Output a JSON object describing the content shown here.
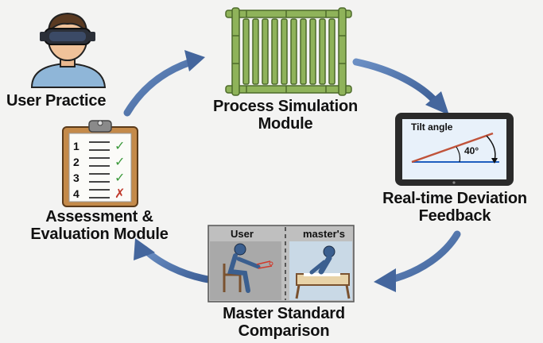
{
  "nodes": {
    "user_practice": {
      "label": "User Practice"
    },
    "process_simulation": {
      "line1": "Process Simulation",
      "line2": "Module"
    },
    "deviation_feedback": {
      "line1": "Real-time Deviation",
      "line2": "Feedback"
    },
    "master_comparison": {
      "line1": "Master Standard",
      "line2": "Comparison"
    },
    "assessment": {
      "line1": "Assessment &",
      "line2": "Evaluation Module"
    }
  },
  "tablet": {
    "caption": "Tilt angle",
    "angle": "40°"
  },
  "comparison_panel": {
    "left_tag": "User",
    "right_tag": "master's"
  },
  "checklist": {
    "items": [
      {
        "num": "1",
        "status": "check"
      },
      {
        "num": "2",
        "status": "check"
      },
      {
        "num": "3",
        "status": "check"
      },
      {
        "num": "4",
        "status": "cross"
      }
    ]
  },
  "colors": {
    "arrow": "#4a6fa5",
    "bamboo": "#8fb35a",
    "bamboo_dark": "#4d6b2a",
    "check": "#3c9a3c",
    "cross": "#c0392b",
    "tilt_line": "#c0533a",
    "panel_blue": "#cfe0ee"
  },
  "icons": [
    "vr-headset-user-icon",
    "bamboo-frame-icon",
    "tablet-icon",
    "clipboard-checklist-icon"
  ]
}
